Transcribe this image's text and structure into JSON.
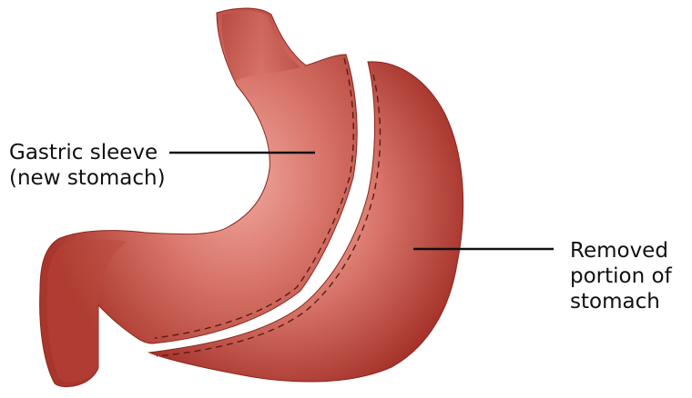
{
  "colors": {
    "tissue_dark": "#a9362c",
    "tissue_mid": "#c65a4f",
    "tissue_light": "#f1aaa2",
    "outline": "#7c1f18",
    "leader_line": "#111111",
    "background": "#ffffff"
  },
  "labels": {
    "sleeve": {
      "line1": "Gastric sleeve",
      "line2": "(new stomach)"
    },
    "removed": {
      "line1": "Removed",
      "line2": "portion of",
      "line3": "stomach"
    }
  }
}
